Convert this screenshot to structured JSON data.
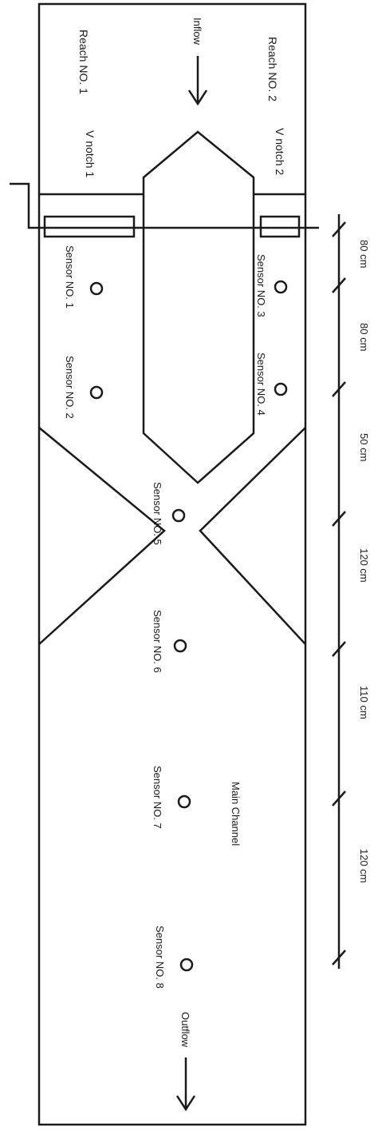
{
  "labels": {
    "inflow": "Inflow",
    "outflow": "Outflow",
    "reach_1": "Reach NO. 1",
    "reach_2": "Reach NO. 2",
    "v_notch_1": "V notch 1",
    "v_notch_2": "V notch 2",
    "main_channel": "Main Channel"
  },
  "sensors": [
    {
      "label": "Sensor NO. 1"
    },
    {
      "label": "Sensor NO. 2"
    },
    {
      "label": "Sensor NO. 3"
    },
    {
      "label": "Sensor NO. 4"
    },
    {
      "label": "Sensor NO. 5"
    },
    {
      "label": "Sensor NO. 6"
    },
    {
      "label": "Sensor NO. 7"
    },
    {
      "label": "Sensor NO. 8"
    }
  ],
  "distances": [
    {
      "label": "80 cm"
    },
    {
      "label": "80 cm"
    },
    {
      "label": "50 cm"
    },
    {
      "label": "120 cm"
    },
    {
      "label": "110 cm"
    },
    {
      "label": "120 cm"
    }
  ]
}
